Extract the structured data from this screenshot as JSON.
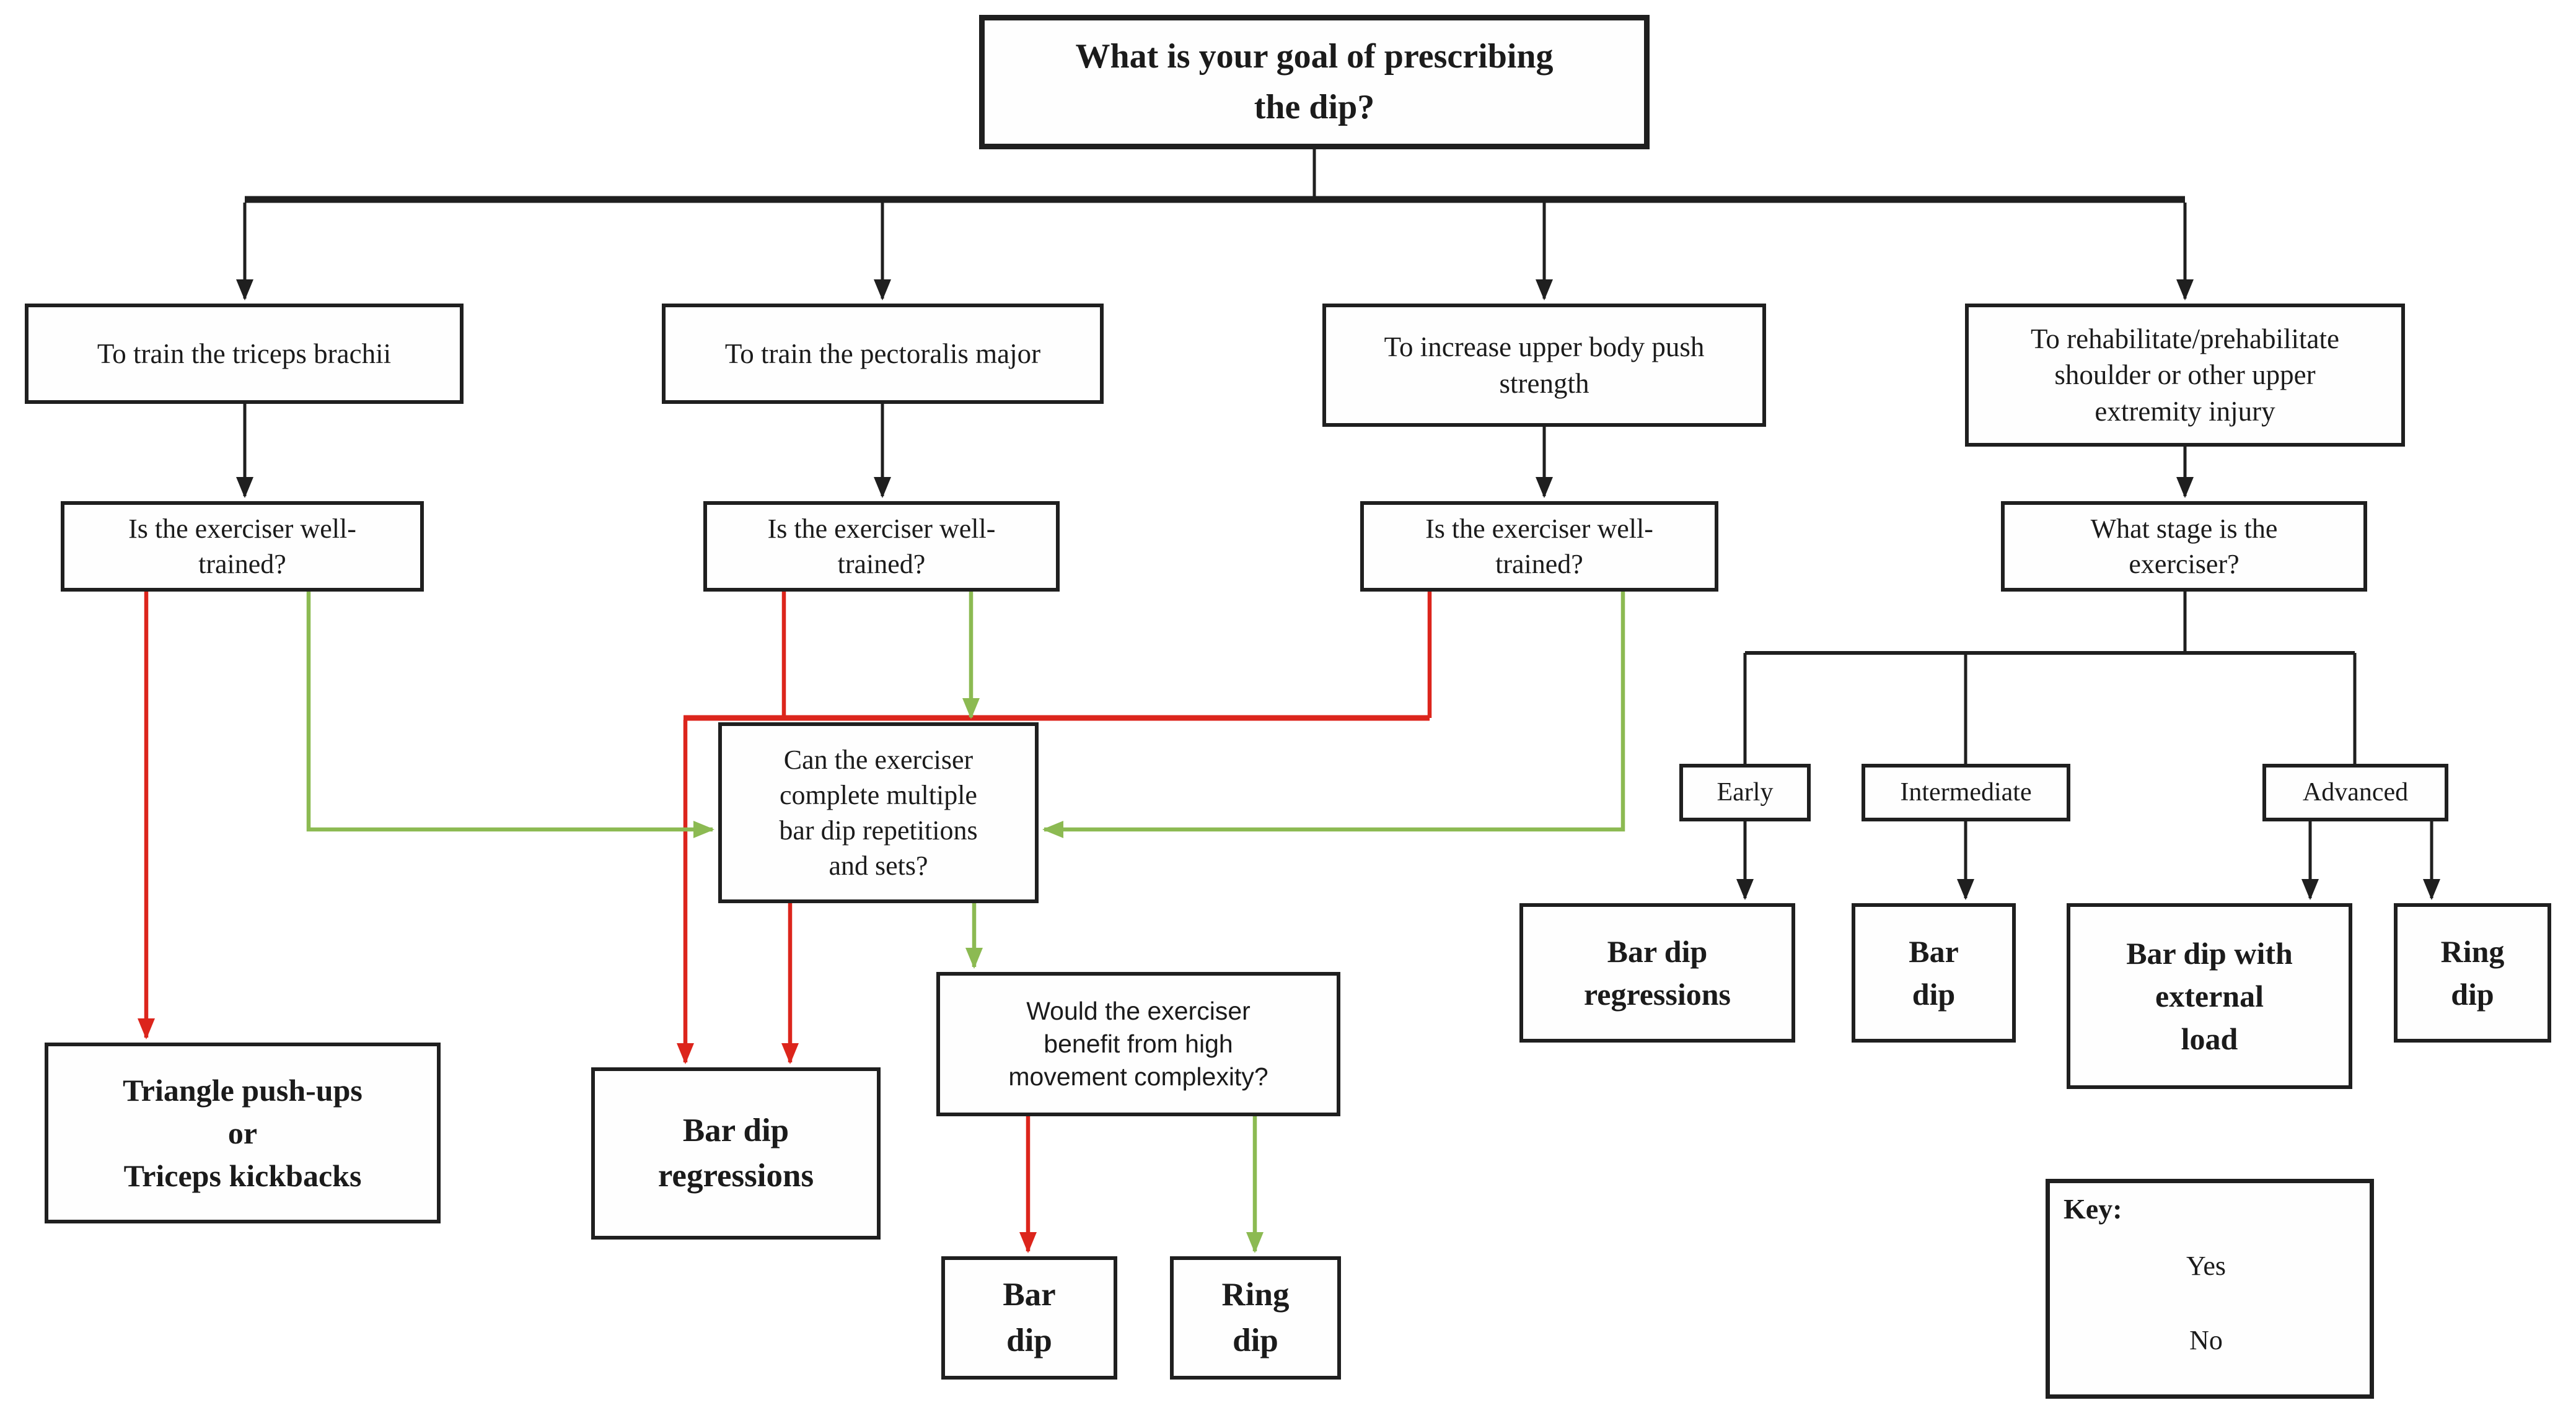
{
  "colors": {
    "line_black": "#1f1f1f",
    "no_red": "#dc251c",
    "yes_green": "#8cba52"
  },
  "flowchart": {
    "root": "What is your goal of prescribing\nthe dip?",
    "goals": {
      "triceps": "To train the triceps brachii",
      "pectoralis": "To train the pectoralis major",
      "push_strength": "To increase upper body push\nstrength",
      "rehab": "To rehabilitate/prehabilitate\nshoulder or other upper\nextremity injury"
    },
    "questions": {
      "well_trained_triceps": "Is the exerciser well-\ntrained?",
      "well_trained_pectoralis": "Is the exerciser well-\ntrained?",
      "well_trained_push": "Is the exerciser well-\ntrained?",
      "stage": "What stage is the\nexerciser?",
      "can_complete": "Can the exerciser\ncomplete multiple\nbar dip repetitions\nand sets?",
      "complexity": "Would the exerciser\nbenefit from high\nmovement complexity?"
    },
    "stages": {
      "early": "Early",
      "intermediate": "Intermediate",
      "advanced": "Advanced"
    },
    "outcomes": {
      "triangle": "Triangle push-ups\nor\nTriceps kickbacks",
      "bar_dip_regressions_mid": "Bar dip\nregressions",
      "bar_dip_mid": "Bar\ndip",
      "ring_dip_mid": "Ring\ndip",
      "bar_dip_regressions_right": "Bar dip\nregressions",
      "bar_dip_right": "Bar\ndip",
      "bar_dip_external_load": "Bar dip with\nexternal\nload",
      "ring_dip_right": "Ring\ndip"
    },
    "key": {
      "title": "Key:",
      "yes": "Yes",
      "no": "No"
    }
  }
}
